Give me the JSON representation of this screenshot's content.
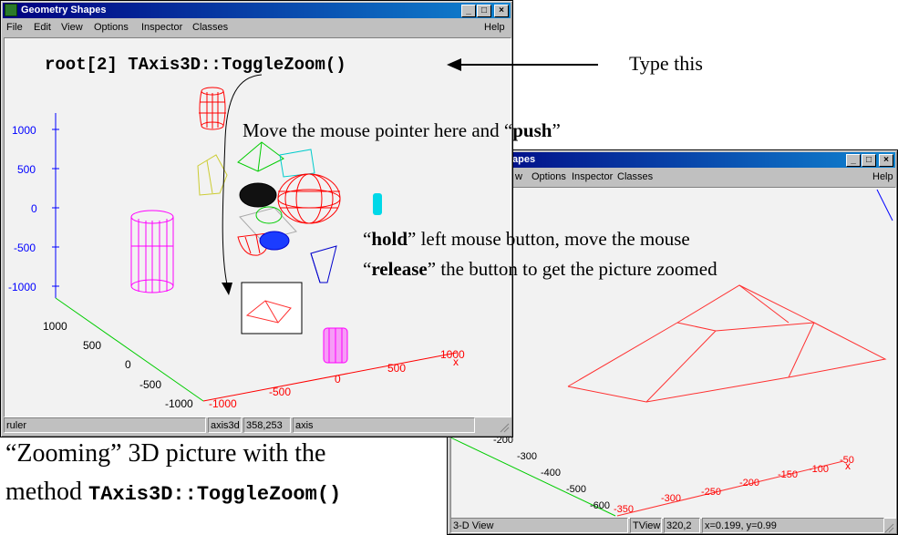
{
  "colors": {
    "title_bar": "#000080",
    "axis_x": "#ff0000",
    "axis_y": "#00cc00",
    "axis_z": "#0000ff",
    "magenta": "#ff00ff"
  },
  "main_window": {
    "title": "Geometry Shapes",
    "icon": "root-tree-icon",
    "buttons": {
      "minimize": "_",
      "maximize": "□",
      "close": "×"
    },
    "menu": [
      "File",
      "Edit",
      "View",
      "Options",
      "Inspector",
      "Classes"
    ],
    "help": "Help",
    "command": "root[2] TAxis3D::ToggleZoom()",
    "z_ticks": [
      "1000",
      "500",
      "0",
      "-500",
      "-1000"
    ],
    "y_ticks": [
      "1000",
      "500",
      "0",
      "-500",
      "-1000"
    ],
    "x_ticks": [
      "-1000",
      "-500",
      "0",
      "500",
      "1000"
    ],
    "x_axis_mark": "x",
    "status": [
      "ruler",
      "axis3d",
      "358,253",
      "axis"
    ]
  },
  "zoom_window": {
    "title": "Shapes",
    "icon": "root-tree-icon",
    "buttons": {
      "minimize": "_",
      "maximize": "□",
      "close": "×"
    },
    "menu": [
      "w",
      "Options",
      "Inspector",
      "Classes"
    ],
    "help": "Help",
    "y_ticks": [
      "-200",
      "-300",
      "-400",
      "-500",
      "-600"
    ],
    "x_ticks": [
      "-350",
      "-300",
      "-250",
      "-200",
      "-150",
      "-100",
      "-50"
    ],
    "x_axis_mark": "x",
    "status": [
      "3-D View",
      "TView",
      "320,2",
      "x=0.199, y=0.99"
    ]
  },
  "annotations": {
    "type_this": "Type this",
    "move_pointer": {
      "pre": "Move the mouse pointer here and “",
      "bold": "push",
      "post": "”"
    },
    "hold_line": {
      "pre": "“",
      "bold": "hold",
      "post": "” left mouse button, move the mouse"
    },
    "release_line": {
      "pre": "“",
      "bold": "release",
      "post": "” the button to get the picture zoomed"
    },
    "caption_line1": "“Zooming” 3D picture with the",
    "caption_line2_pre": "method ",
    "caption_line2_code": "TAxis3D::ToggleZoom()"
  }
}
